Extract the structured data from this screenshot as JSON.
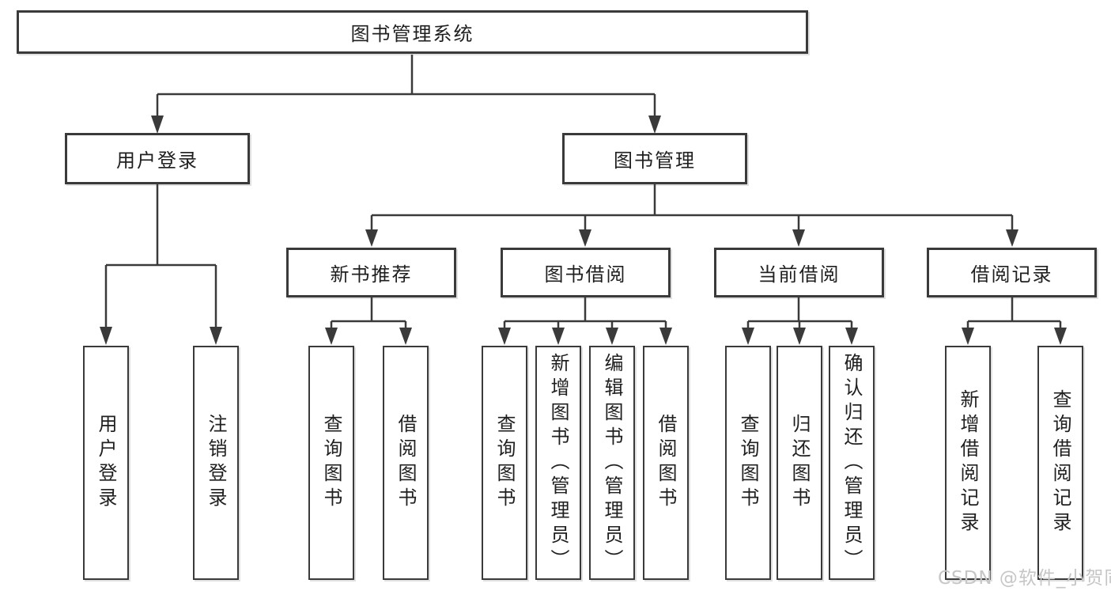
{
  "title": "图书管理系统",
  "watermark": "CSDN @软件_小贺同学",
  "colors": {
    "line": "#3a3a3a",
    "box_border": "#3a3a3a",
    "box_fill": "#ffffff",
    "text": "#1f1f1f",
    "watermark": "#c6c6c6"
  },
  "nodes": {
    "root": "图书管理系统",
    "user_login": "用户登录",
    "book_mgmt": "图书管理",
    "new_book_rec": "新书推荐",
    "book_borrow": "图书借阅",
    "current_borrow": "当前借阅",
    "borrow_records": "借阅记录",
    "ul_login": "用户登录",
    "ul_logout": "注销登录",
    "nb_query": "查询图书",
    "nb_borrow": "借阅图书",
    "bb_query": "查询图书",
    "bb_add": "新增图书（管理员）",
    "bb_edit": "编辑图书（管理员）",
    "bb_borrow": "借阅图书",
    "cb_query": "查询图书",
    "cb_return": "归还图书",
    "cb_confirm": "确认归还（管理员）",
    "br_add": "新增借阅记录",
    "br_query": "查询借阅记录"
  }
}
